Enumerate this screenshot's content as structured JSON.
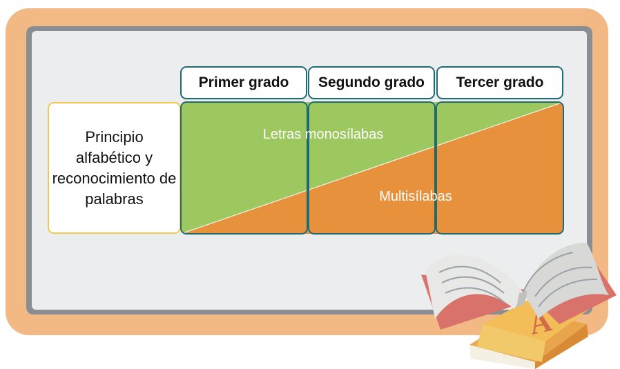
{
  "headers": [
    "Primer grado",
    "Segundo grado",
    "Tercer grado"
  ],
  "row_label": "Principio alfabético y reconocimiento de palabras",
  "chart_data": {
    "type": "area",
    "categories": [
      "Primer grado",
      "Segundo grado",
      "Tercer grado"
    ],
    "series": [
      {
        "name": "Letras monosílabas",
        "color": "#9dc75f"
      },
      {
        "name": "Multisílabas",
        "color": "#e8913d"
      }
    ]
  },
  "colors": {
    "cell_border": "#1f6b73",
    "label_border": "#f2c94c",
    "frame": "#f3b985",
    "board": "#ecedee"
  },
  "decoration": {
    "book_letter": "A",
    "icon": "open-book-icon"
  }
}
